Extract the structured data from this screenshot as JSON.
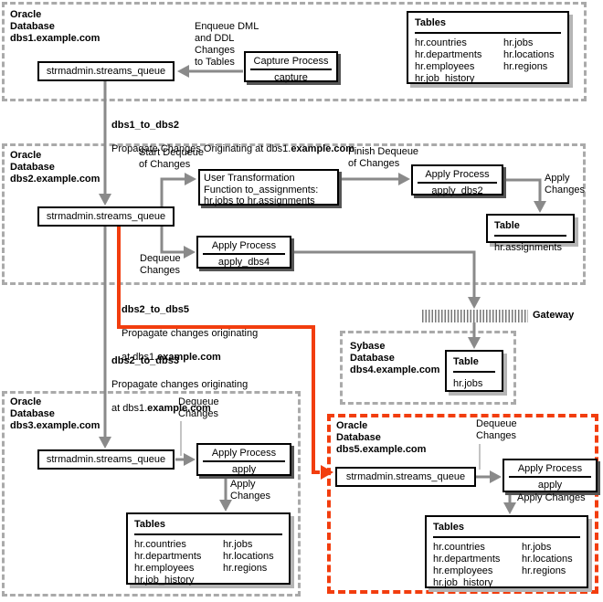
{
  "regions": {
    "dbs1": {
      "title": "Oracle\nDatabase\ndbs1.example.com"
    },
    "dbs2": {
      "title": "Oracle\nDatabase\ndbs2.example.com"
    },
    "dbs3": {
      "title": "Oracle\nDatabase\ndbs3.example.com"
    },
    "dbs4": {
      "title": "Sybase\nDatabase\ndbs4.example.com"
    },
    "dbs5": {
      "title": "Oracle\nDatabase\ndbs5.example.com"
    }
  },
  "queue_name": "strmadmin.streams_queue",
  "capture": {
    "title": "Capture Process",
    "name": "capture"
  },
  "ut_box": "User Transformation\nFunction to_assignments:\nhr.jobs to hr.assignments",
  "apply_processes": {
    "dbs2": {
      "title": "Apply Process",
      "name": "apply_dbs2"
    },
    "dbs4": {
      "title": "Apply Process",
      "name": "apply_dbs4"
    },
    "dbs3": {
      "title": "Apply Process",
      "name": "apply"
    },
    "dbs5": {
      "title": "Apply Process",
      "name": "apply"
    }
  },
  "tables": {
    "hr_set": {
      "title": "Tables",
      "col1": [
        "hr.countries",
        "hr.departments",
        "hr.employees",
        "hr.job_history"
      ],
      "col2": [
        "hr.jobs",
        "hr.locations",
        "hr.regions"
      ]
    },
    "assignments": {
      "title": "Table",
      "name": "hr.assignments"
    },
    "jobs": {
      "title": "Table",
      "name": "hr.jobs"
    }
  },
  "labels": {
    "enqueue": "Enqueue DML\nand DDL\nChanges\nto Tables",
    "start_dequeue": "Start Dequeue\nof Changes",
    "finish_dequeue": "Finish Dequeue\nof Changes",
    "apply_changes_two_line": "Apply\nChanges",
    "dequeue_changes": "Dequeue\nChanges",
    "apply_changes_one_line": "Apply Changes",
    "gateway": "Gateway"
  },
  "propagations": {
    "dbs1_to_dbs2": {
      "name": "dbs1_to_dbs2",
      "desc": "Propagate Changes Originating at dbs1.",
      "bold": "example.com"
    },
    "dbs2_to_dbs5": {
      "name": "dbs2_to_dbs5",
      "line1": "Propagate changes originating",
      "line2": "at dbs1.",
      "bold": "example.com"
    },
    "dbs2_to_dbs3": {
      "name": "dbs2_to_dbs3",
      "line1": "Propagate changes originating",
      "line2": "at dbs1.",
      "bold": "example.com"
    }
  },
  "colors": {
    "line_gray": "#8a8a8a",
    "propagation_red": "#f23d0e",
    "dash_gray": "#aaaaaa"
  }
}
